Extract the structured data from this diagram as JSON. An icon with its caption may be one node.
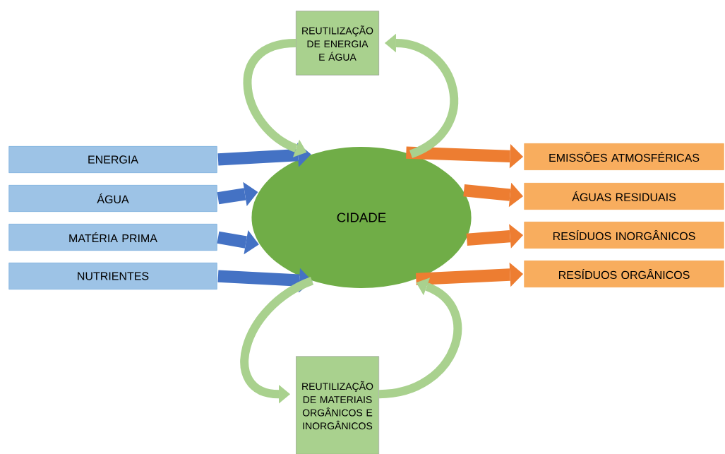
{
  "diagram": {
    "nodes": [
      {
        "text": [
          "REUTILIZAÇÃO DE ENERGIA E ÁGUA"
        ]
      },
      {
        "text": [
          "ENERGIA"
        ]
      },
      {
        "text": [
          "ÁGUA"
        ]
      },
      {
        "text": [
          "MATÉRIA PRIMA"
        ]
      },
      {
        "text": [
          "NUTRIENTES"
        ]
      },
      {
        "text": [
          "CIDADE"
        ]
      },
      {
        "text": [
          "EMISSÕES ATMOSFÉRICAS"
        ]
      },
      {
        "text": [
          "ÁGUAS RESIDUAIS"
        ]
      },
      {
        "text": [
          "RESÍDUOS INORGÂNICOS"
        ]
      },
      {
        "text": [
          "RESÍDUOS ORGÂNICOS"
        ]
      },
      {
        "text": [
          "REUTILIZAÇÃO DE MATERIAIS ORGÂNICOS E INORGÂNICOS"
        ]
      }
    ],
    "edges": [
      {
        "from": 1,
        "to": 5,
        "arrow": "to",
        "color": "#4472c4"
      },
      {
        "from": 2,
        "to": 5,
        "arrow": "to",
        "color": "#4472c4"
      },
      {
        "from": 3,
        "to": 5,
        "arrow": "to",
        "color": "#4472c4"
      },
      {
        "from": 4,
        "to": 5,
        "arrow": "to",
        "color": "#4472c4"
      },
      {
        "from": 5,
        "to": 6,
        "arrow": "to",
        "color": "#ed7d31"
      },
      {
        "from": 5,
        "to": 7,
        "arrow": "to",
        "color": "#ed7d31"
      },
      {
        "from": 5,
        "to": 8,
        "arrow": "to",
        "color": "#ed7d31"
      },
      {
        "from": 5,
        "to": 9,
        "arrow": "to",
        "color": "#ed7d31"
      },
      {
        "from": 0,
        "to": 5,
        "arrow": "to",
        "color": "#a9d18e"
      },
      {
        "from": 5,
        "to": 0,
        "arrow": "to",
        "color": "#a9d18e"
      },
      {
        "from": 5,
        "to": 10,
        "arrow": "to",
        "color": "#a9d18e"
      },
      {
        "from": 10,
        "to": 5,
        "arrow": "to",
        "color": "#a9d18e"
      }
    ]
  }
}
